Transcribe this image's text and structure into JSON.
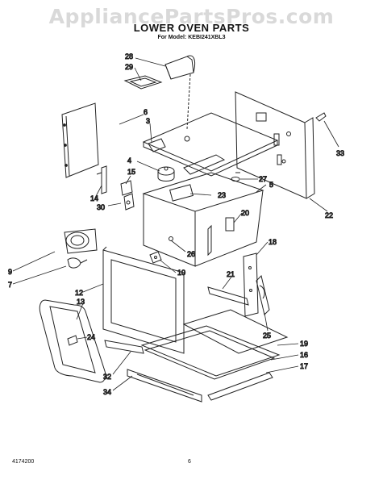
{
  "watermark": "AppliancePartsPros.com",
  "title": "LOWER OVEN PARTS",
  "model_prefix": "For Model:",
  "model": "KEBI241XBL3",
  "footer": {
    "doc_number": "4174200",
    "page": "6"
  },
  "callouts": [
    "28",
    "29",
    "6",
    "3",
    "33",
    "4",
    "27",
    "5",
    "15",
    "23",
    "14",
    "30",
    "20",
    "22",
    "18",
    "9",
    "26",
    "10",
    "7",
    "21",
    "12",
    "13",
    "24",
    "25",
    "19",
    "16",
    "17",
    "32",
    "34"
  ]
}
